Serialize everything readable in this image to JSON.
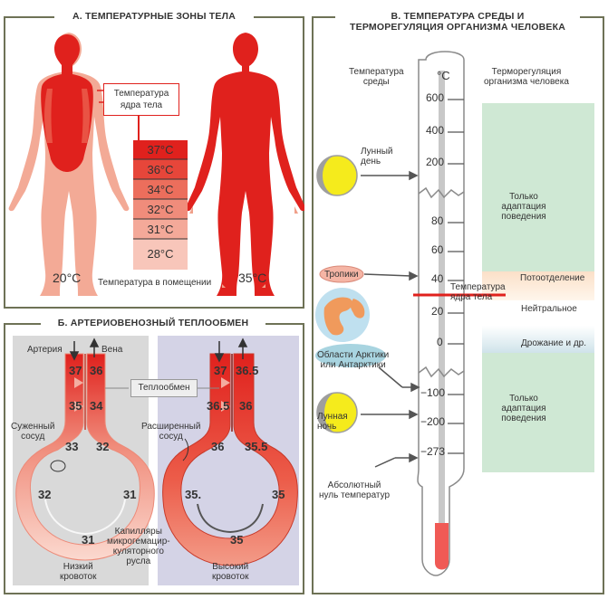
{
  "colors": {
    "frame": "#6e7256",
    "body_red": "#e0211d",
    "skin": "#f0a08a",
    "green": "#cfe8d4",
    "lavender": "#d4d3e6",
    "grey": "#d9d9d9"
  },
  "panelA": {
    "title": "А. ТЕМПЕРАТУРНЫЕ ЗОНЫ ТЕЛА",
    "core_label": [
      "Температура",
      "ядра тела"
    ],
    "scale": [
      "37°С",
      "36°С",
      "34°С",
      "32°С",
      "31°С",
      "28°С"
    ],
    "left_temp": "20°С",
    "right_temp": "35°С",
    "room_label": "Температура в помещении"
  },
  "panelB": {
    "title": "Б. АРТЕРИОВЕНОЗНЫЙ ТЕПЛООБМЕН",
    "artery": "Артерия",
    "vein": "Вена",
    "exchange": "Теплообмен",
    "narrow_vessel": [
      "Суженный",
      "сосуд"
    ],
    "wide_vessel": [
      "Расширенный",
      "сосуд"
    ],
    "capillaries": [
      "Капилляры",
      "микрогемацир-",
      "куляторного",
      "русла"
    ],
    "low_flow": [
      "Низкий",
      "кровоток"
    ],
    "high_flow": [
      "Высокий",
      "кровоток"
    ],
    "left_values": [
      "37",
      "36",
      "35",
      "34",
      "33",
      "32",
      "32",
      "31",
      "31"
    ],
    "right_values": [
      "37",
      "36.5",
      "36.5",
      "36",
      "36",
      "35.5",
      "35.",
      "35",
      "35"
    ]
  },
  "panelC": {
    "title": [
      "В. ТЕМПЕРАТУРА СРЕДЫ И",
      "ТЕРМОРЕГУЛЯЦИЯ ОРГАНИЗМА ЧЕЛОВЕКА"
    ],
    "env_label": [
      "Температура",
      "среды"
    ],
    "unit": "°С",
    "thermoreg_label": [
      "Терморегуляция",
      "организма человека"
    ],
    "ticks": [
      "600",
      "400",
      "200",
      "80",
      "60",
      "40",
      "20",
      "0",
      "−100",
      "−200",
      "−273"
    ],
    "moon_day": [
      "Лунный",
      "день"
    ],
    "moon_night": [
      "Лунная",
      "ночь"
    ],
    "tropics": "Тропики",
    "arctic": [
      "Области Арктики",
      "или Антарктики"
    ],
    "abs_zero": [
      "Абсолютный",
      "нуль температур"
    ],
    "core_temp": [
      "Температура",
      "ядра тела"
    ],
    "behavior": [
      "Только",
      "адаптация",
      "поведения"
    ],
    "sweating": "Потоотделение",
    "neutral": "Нейтральное",
    "shivering": "Дрожание и др."
  }
}
